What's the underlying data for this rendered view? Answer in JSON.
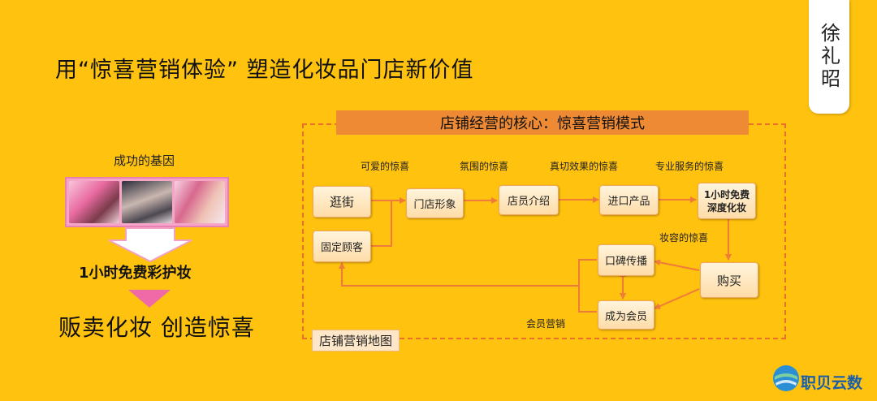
{
  "title": "用“惊喜营销体验” 塑造化妆品门店新价值",
  "author": "徐礼昭",
  "left_panel": {
    "gene_label": "成功的基因",
    "free_label": "1小时免费彩护妆",
    "sell_label": "贩卖化妆 创造惊喜"
  },
  "map": {
    "title": "店铺经营的核心：惊喜营销模式",
    "corner_label": "店铺营销地图",
    "nodes": {
      "guangjie": "逛街",
      "guding": "固定顾客",
      "mendian": "门店形象",
      "dianyuan": "店员介绍",
      "jinkou": "进口产品",
      "mianfei_line1": "1小时免费",
      "mianfei_line2": "深度化妆",
      "goumai": "购买",
      "koubei": "口碑传播",
      "huiyuan": "成为会员"
    },
    "labels": {
      "keai": "可爱的惊喜",
      "fenwei": "氛围的惊喜",
      "zhenqie": "真切效果的惊喜",
      "zhuanye": "专业服务的惊喜",
      "zhuangrong": "妆容的惊喜",
      "huiyuan_yingxiao": "会员营销"
    }
  },
  "logo_text": "职贝云数",
  "colors": {
    "background": "#FFC20E",
    "title_bar": "#EE8A33",
    "frame": "#E8702A",
    "arrow": "#F07A3A",
    "pink_arrow": "#F06AA8"
  }
}
